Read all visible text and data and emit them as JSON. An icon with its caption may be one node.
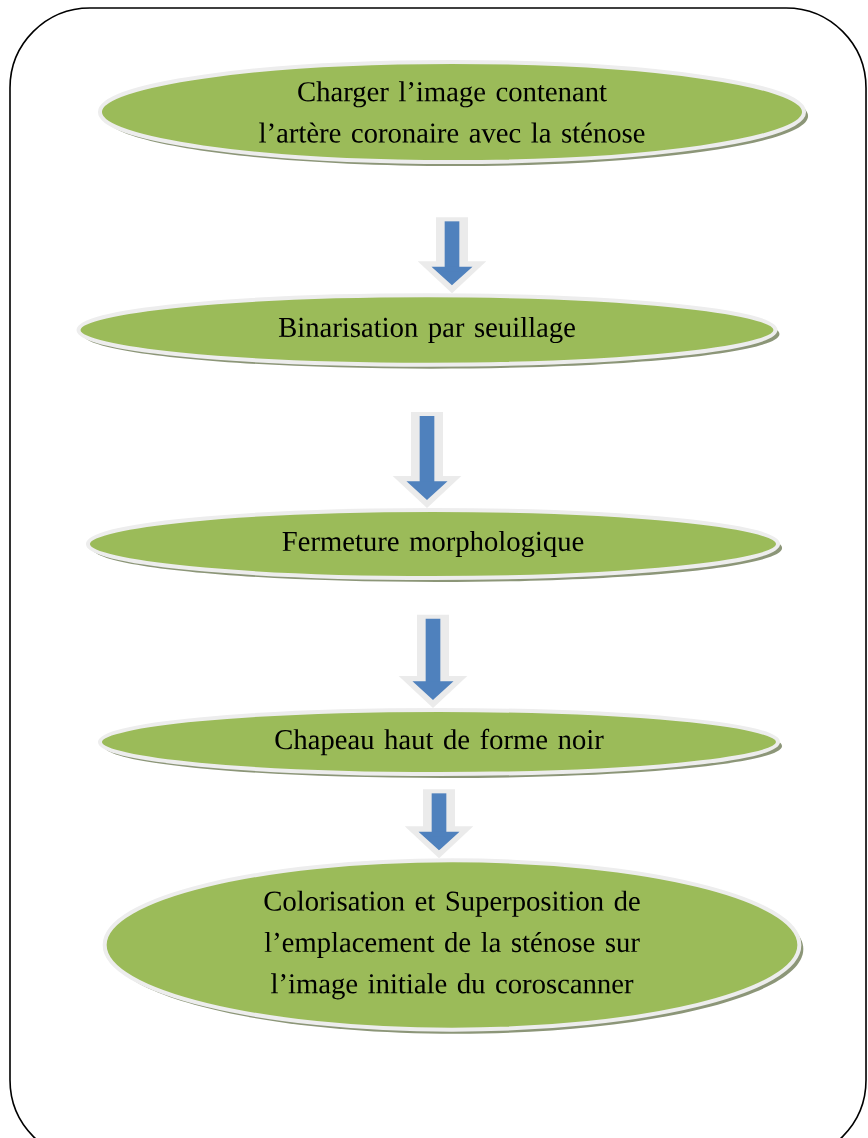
{
  "diagram": {
    "nodes": [
      {
        "text": [
          "Charger l’image contenant l’artère coronaire avec la sténose"
        ]
      },
      {
        "text": [
          "Binarisation par seuillage"
        ]
      },
      {
        "text": [
          "Fermeture morphologique"
        ]
      },
      {
        "text": [
          "Chapeau haut de forme noir"
        ]
      },
      {
        "text": [
          "Colorisation et Superposition de l’emplacement de la sténose sur l’image initiale du coroscanner"
        ]
      }
    ],
    "edges": [
      {
        "from": 0,
        "to": 1,
        "arrow": "to"
      },
      {
        "from": 1,
        "to": 2,
        "arrow": "to"
      },
      {
        "from": 2,
        "to": 3,
        "arrow": "to"
      },
      {
        "from": 3,
        "to": 4,
        "arrow": "to"
      }
    ]
  }
}
